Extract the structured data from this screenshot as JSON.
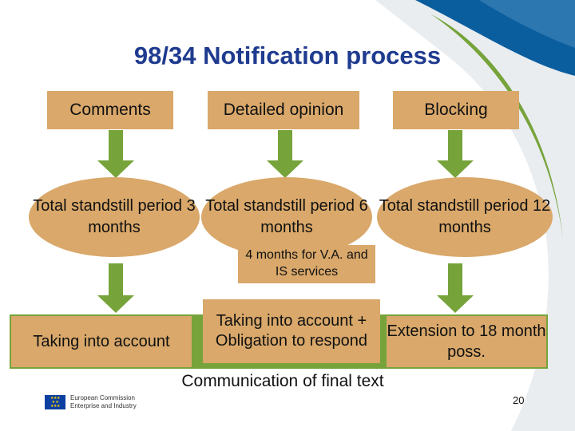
{
  "title": "98/34 Notification process",
  "columns": [
    {
      "top": "Comments",
      "period": "Total standstill period 3 months",
      "result": "Taking into account"
    },
    {
      "top": "Detailed opinion",
      "period": "Total standstill period 6 months",
      "result": "Taking into account + Obligation to respond"
    },
    {
      "top": "Blocking",
      "period": "Total standstill period 12 months",
      "result": "Extension to 18 month poss."
    }
  ],
  "note": "4 months for V.A. and IS services",
  "final_text": "Communication of final text",
  "footer": {
    "org_line1": "European Commission",
    "org_line2": "Enterprise and Industry",
    "page_number": "20"
  },
  "colors": {
    "box": "#d9a86a",
    "arrow": "#76a33a",
    "title": "#1f3b8f",
    "swoosh_blue": "#0b5e9e",
    "swoosh_grey": "#e8ecef"
  }
}
